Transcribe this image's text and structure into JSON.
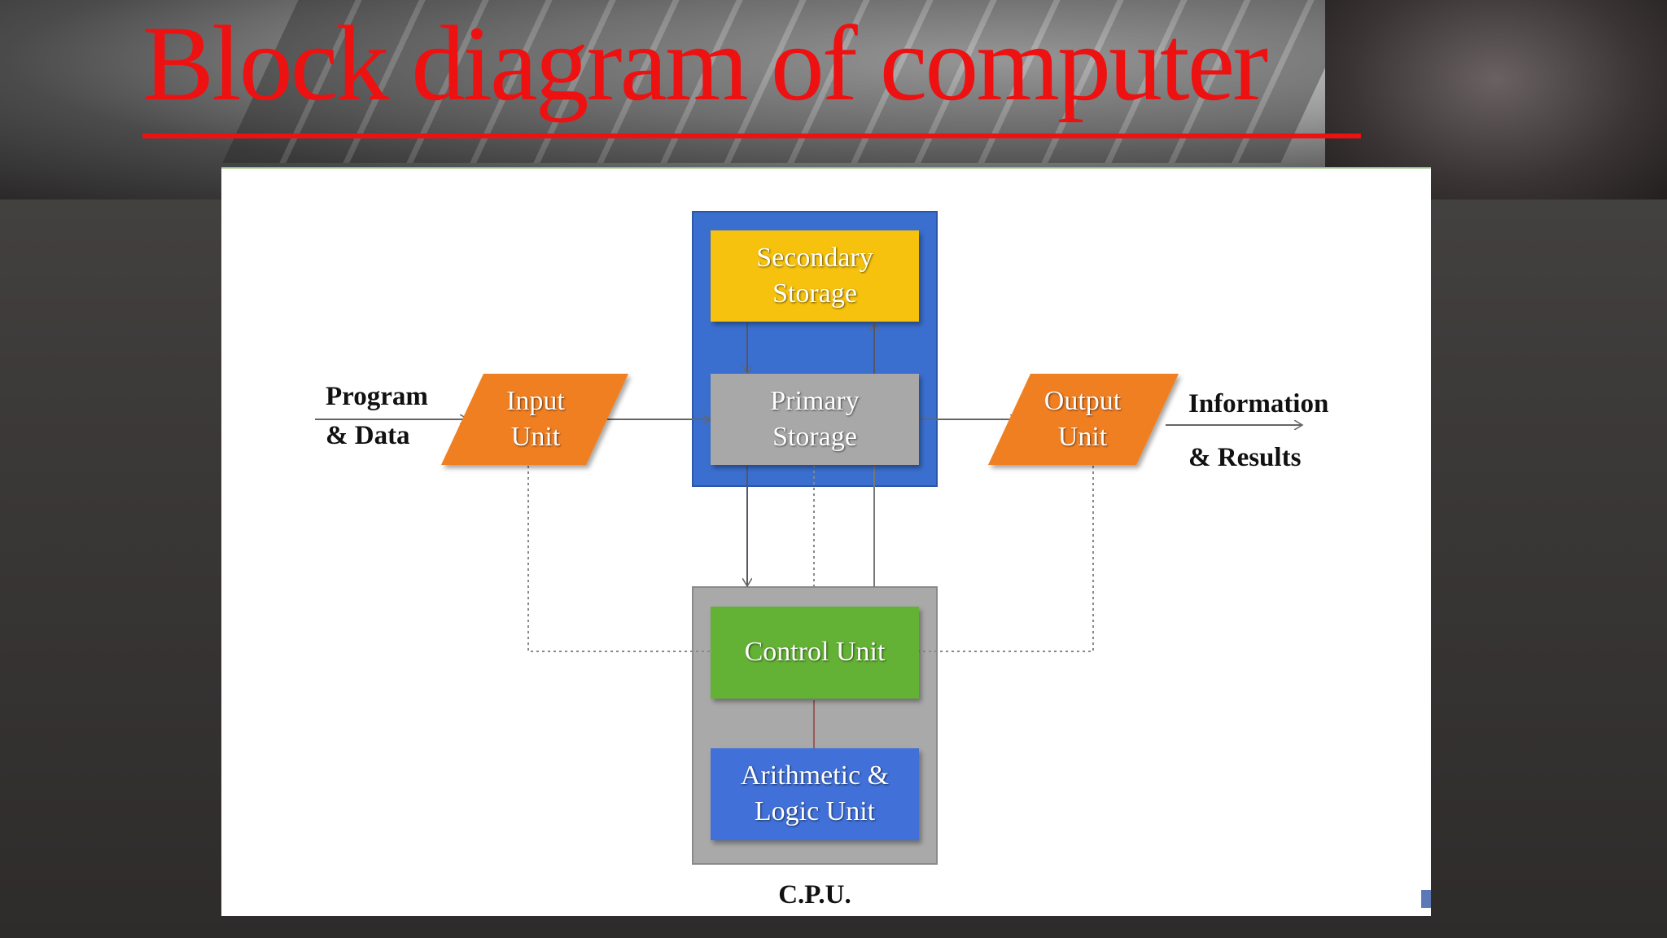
{
  "title": "Block diagram of computer",
  "diagram": {
    "input_text": {
      "line1": "Program",
      "line2": "& Data"
    },
    "input_unit": {
      "line1": "Input",
      "line2": "Unit"
    },
    "secondary_storage": {
      "line1": "Secondary",
      "line2": "Storage"
    },
    "primary_storage": {
      "line1": "Primary",
      "line2": "Storage"
    },
    "output_unit": {
      "line1": "Output",
      "line2": "Unit"
    },
    "output_text": {
      "line1": "Information",
      "line2": "& Results"
    },
    "control_unit": "Control Unit",
    "alu": {
      "line1": "Arithmetic &",
      "line2": "Logic Unit"
    },
    "cpu_label": "C.P.U."
  },
  "colors": {
    "title": "#ee1111",
    "storage_container": "#3a6fd0",
    "secondary_storage": "#f6c20c",
    "primary_storage": "#a8a8a8",
    "io_units": "#f07f22",
    "cpu_container": "#a9a9a9",
    "control_unit": "#63b135",
    "alu": "#3f6fd8"
  }
}
